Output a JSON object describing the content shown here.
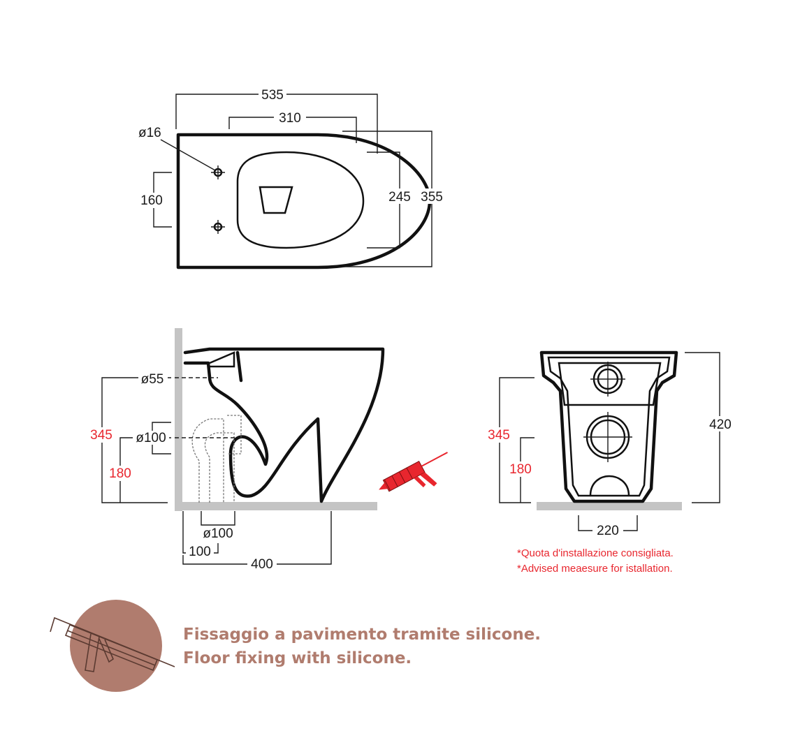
{
  "top_view": {
    "dim_total_length": "535",
    "dim_fixing_depth": "310",
    "dim_hole_diameter": "ø16",
    "dim_hole_spacing": "160",
    "dim_bowl_width": "245",
    "dim_total_width": "355"
  },
  "side_view": {
    "dim_water_inlet": "ø55",
    "dim_install_height": "345",
    "dim_outlet_diameter": "ø100",
    "dim_outlet_height": "180",
    "dim_floor_outlet_diameter": "ø100",
    "dim_floor_outlet_offset": "100",
    "dim_depth": "400"
  },
  "rear_view": {
    "dim_install_height": "345",
    "dim_outlet_height": "180",
    "dim_total_height": "420",
    "dim_base_width": "220"
  },
  "notes": {
    "line_it": "*Quota d'installazione consigliata.",
    "line_en": "*Advised meaesure for istallation."
  },
  "fixing": {
    "line_it": "Fissaggio a pavimento tramite silicone.",
    "line_en": "Floor fixing with silicone."
  },
  "colors": {
    "line": "#111111",
    "recommended_dimension": "#e8262e",
    "fixing_text": "#b07c6e",
    "fixing_badge": "#b07c6e",
    "floor_wall": "#c4c4c4"
  }
}
